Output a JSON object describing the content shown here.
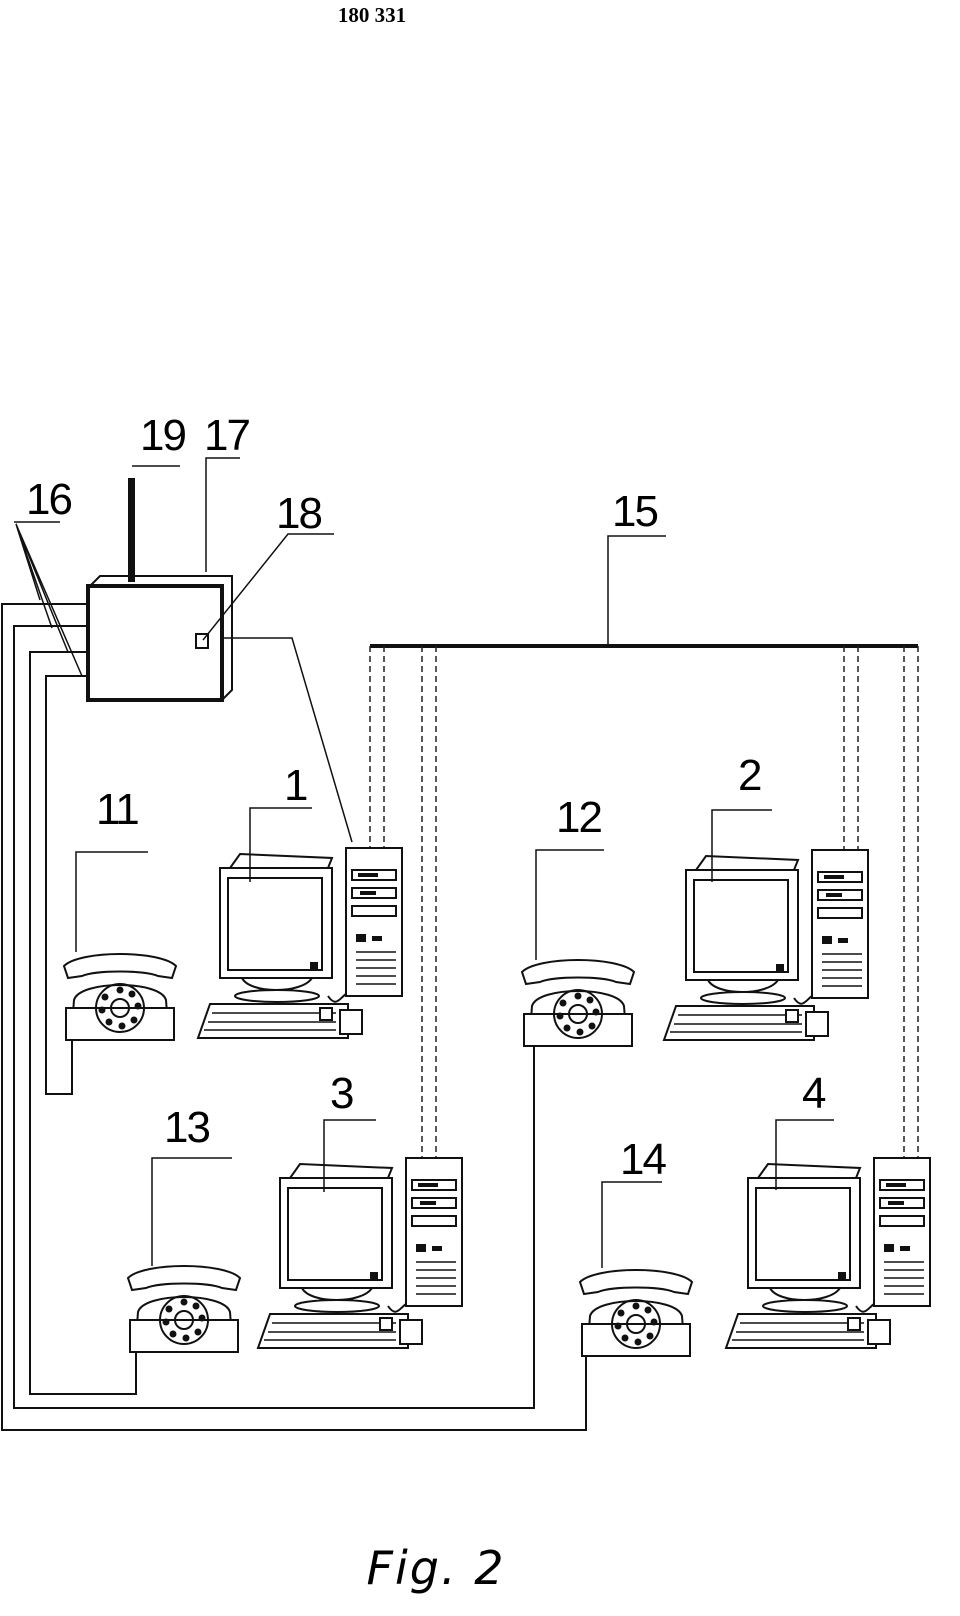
{
  "document": {
    "page_number": "180 331",
    "figure_caption": "Fig. 2"
  },
  "reference_numerals": {
    "pc_1": "1",
    "pc_2": "2",
    "pc_3": "3",
    "pc_4": "4",
    "phone_11": "11",
    "phone_12": "12",
    "phone_13": "13",
    "phone_14": "14",
    "network_bus_15": "15",
    "phone_lines_16": "16",
    "central_unit_17": "17",
    "port_18": "18",
    "antenna_19": "19"
  }
}
